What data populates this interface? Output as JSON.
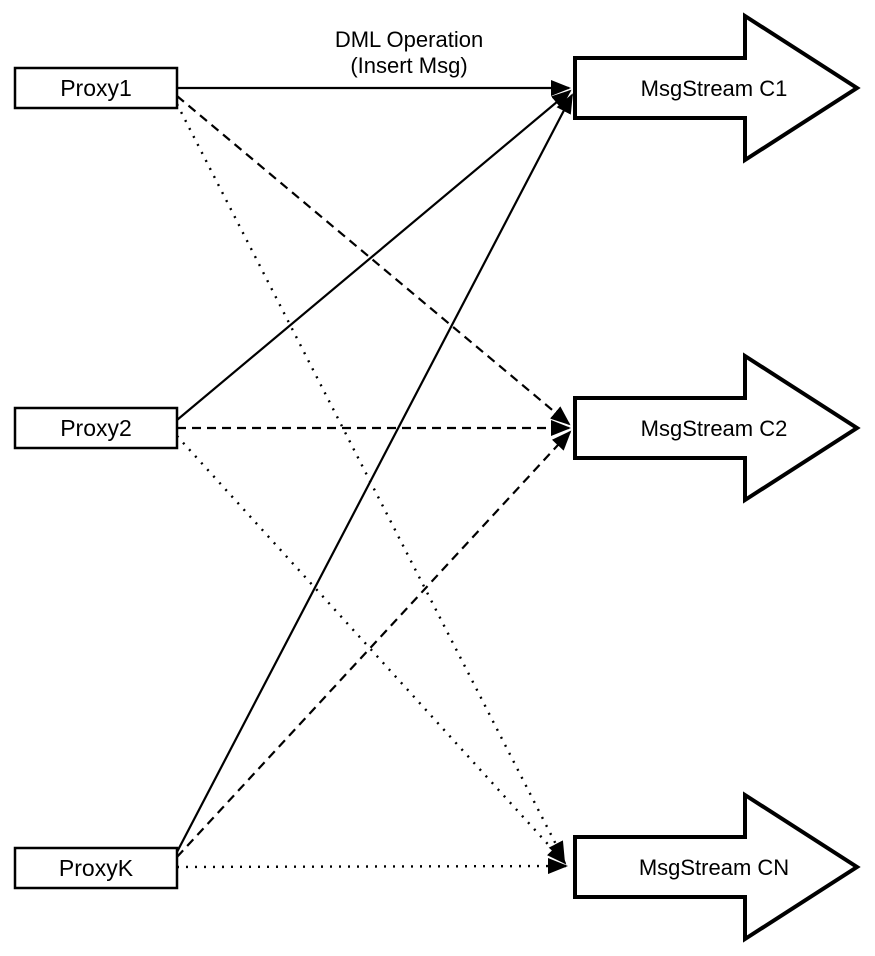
{
  "caption": {
    "line1": "DML Operation",
    "line2": "(Insert Msg)"
  },
  "proxies": [
    {
      "id": "proxy1",
      "label": "Proxy1"
    },
    {
      "id": "proxy2",
      "label": "Proxy2"
    },
    {
      "id": "proxyk",
      "label": "ProxyK"
    }
  ],
  "streams": [
    {
      "id": "c1",
      "label": "MsgStream C1",
      "incoming_line_style": "solid"
    },
    {
      "id": "c2",
      "label": "MsgStream C2",
      "incoming_line_style": "dashed"
    },
    {
      "id": "cn",
      "label": "MsgStream CN",
      "incoming_line_style": "dotted"
    }
  ],
  "edges": [
    {
      "from": "Proxy1",
      "to": "MsgStream C1",
      "style": "solid"
    },
    {
      "from": "Proxy2",
      "to": "MsgStream C1",
      "style": "solid"
    },
    {
      "from": "ProxyK",
      "to": "MsgStream C1",
      "style": "solid"
    },
    {
      "from": "Proxy1",
      "to": "MsgStream C2",
      "style": "dashed"
    },
    {
      "from": "Proxy2",
      "to": "MsgStream C2",
      "style": "dashed"
    },
    {
      "from": "ProxyK",
      "to": "MsgStream C2",
      "style": "dashed"
    },
    {
      "from": "Proxy1",
      "to": "MsgStream CN",
      "style": "dotted"
    },
    {
      "from": "Proxy2",
      "to": "MsgStream CN",
      "style": "dotted"
    },
    {
      "from": "ProxyK",
      "to": "MsgStream CN",
      "style": "dotted"
    }
  ],
  "colors": {
    "stroke": "#000000",
    "fill": "#ffffff",
    "background": "#ffffff"
  }
}
